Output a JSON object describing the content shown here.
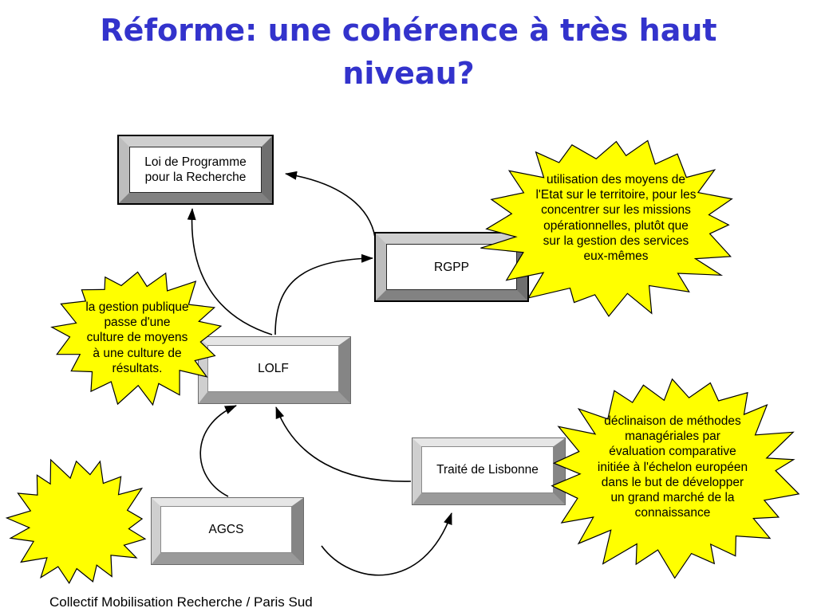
{
  "slide": {
    "title": "Réforme: une cohérence à très haut niveau?",
    "footer": "Collectif Mobilisation Recherche / Paris Sud"
  },
  "colors": {
    "title": "#3333CC",
    "starburst_fill": "#FFFF00",
    "starburst_stroke": "#000000",
    "arrow": "#000000"
  },
  "diagram": {
    "boxes": {
      "loi_programme": "Loi de Programme pour la Recherche",
      "rgpp": "RGPP",
      "lolf": "LOLF",
      "traite_lisbonne": "Traité de Lisbonne",
      "agcs": "AGCS"
    },
    "callouts": {
      "rgpp": [
        "utilisation des moyens de",
        "l'Etat sur le territoire, pour les",
        "concentrer sur les missions",
        "opérationnelles, plutôt que",
        "sur la gestion des services",
        "eux-mêmes"
      ],
      "lolf": [
        "la gestion publique",
        "passe d'une",
        "culture de moyens",
        "à une culture de",
        "résultats."
      ],
      "traite_lisbonne": [
        "déclinaison de méthodes",
        "managériales par",
        "évaluation comparative",
        "initiée à l'échelon européen",
        "dans le but de développer",
        "un grand marché de la",
        "connaissance"
      ]
    }
  }
}
